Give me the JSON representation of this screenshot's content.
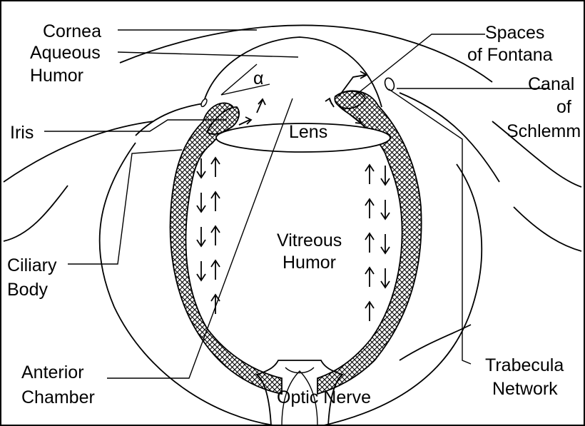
{
  "diagram": {
    "labels": {
      "cornea": "Cornea",
      "aqueous_1": "Aqueous",
      "aqueous_2": "Humor",
      "spaces_1": "Spaces",
      "spaces_2": "of Fontana",
      "canal_1": "Canal",
      "canal_2": "of",
      "canal_3": "Schlemm",
      "iris": "Iris",
      "lens": "Lens",
      "vitreous_1": "Vitreous",
      "vitreous_2": "Humor",
      "ciliary_1": "Ciliary",
      "ciliary_2": "Body",
      "anterior_1": "Anterior",
      "anterior_2": "Chamber",
      "optic": "Optic Nerve",
      "trabecula_1": "Trabecula",
      "trabecula_2": "Network"
    },
    "alpha_symbol": "α"
  },
  "colors": {
    "ink": "#000000",
    "background": "#ffffff"
  }
}
